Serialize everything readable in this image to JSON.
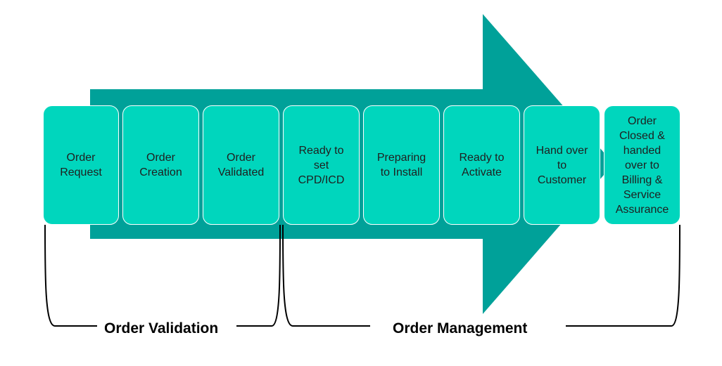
{
  "colors": {
    "arrow": "#00a199",
    "stage_fill": "#00d6bd",
    "stage_border": "#ffffff",
    "bracket": "#000000",
    "text": "#1f1f1f"
  },
  "stages": [
    {
      "label": "Order\nRequest"
    },
    {
      "label": "Order\nCreation"
    },
    {
      "label": "Order\nValidated"
    },
    {
      "label": "Ready to\nset\nCPD/ICD"
    },
    {
      "label": "Preparing\nto Install"
    },
    {
      "label": "Ready to\nActivate"
    },
    {
      "label": "Hand over\nto\nCustomer"
    },
    {
      "label": "Order\nClosed &\nhanded\nover to\nBilling &\nService\nAssurance"
    }
  ],
  "groups": {
    "validation": {
      "label": "Order Validation"
    },
    "management": {
      "label": "Order Management"
    }
  }
}
